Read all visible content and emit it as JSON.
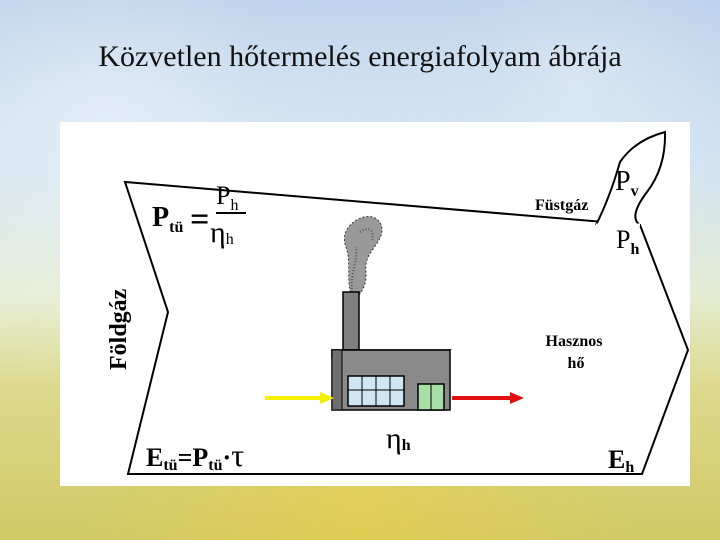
{
  "title": "Közvetlen hőtermelés energiafolyam ábrája",
  "diagram": {
    "input_label": "Földgáz",
    "formula_top": {
      "lhs_main": "P",
      "lhs_sub": "tü",
      "equals": "=",
      "num_main": "P",
      "num_sub": "h",
      "den_main": "η",
      "den_sub": "h"
    },
    "formula_bottom": {
      "e_main": "E",
      "e_sub": "tü",
      "equals": "=",
      "p_main": "P",
      "p_sub": "tü",
      "dot": "·",
      "tau": "τ"
    },
    "efficiency": {
      "main": "η",
      "sub": "h"
    },
    "flue_gas_label": "Füstgáz",
    "pv": {
      "main": "P",
      "sub": "v"
    },
    "ph": {
      "main": "P",
      "sub": "h"
    },
    "useful_heat_line1": "Hasznos",
    "useful_heat_line2": "hő",
    "eh": {
      "main": "E",
      "sub": "h"
    },
    "colors": {
      "input_arrow": "#f5f000",
      "output_arrow": "#e01010",
      "building": "#808080",
      "window": "#cfe6f5",
      "door": "#a6e0a6",
      "outline": "#000000"
    }
  }
}
